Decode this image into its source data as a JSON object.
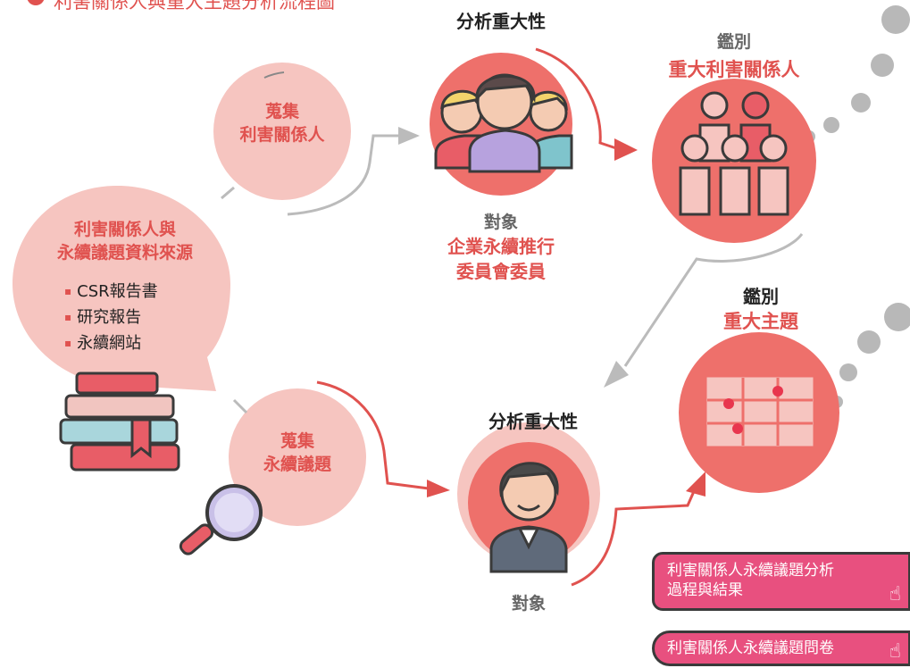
{
  "header": {
    "title": "利害關係人與重大主題分析流程圖"
  },
  "source": {
    "title_line1": "利害關係人與",
    "title_line2": "永續議題資料來源",
    "items": [
      "CSR報告書",
      "研究報告",
      "永續網站"
    ]
  },
  "collect_stakeholders": {
    "line1": "蒐集",
    "line2": "利害關係人"
  },
  "collect_issues": {
    "line1": "蒐集",
    "line2": "永續議題"
  },
  "top_analysis": {
    "heading": "分析重大性",
    "object_label": "對象",
    "object_line1": "企業永續推行",
    "object_line2": "委員會委員"
  },
  "bottom_analysis": {
    "heading": "分析重大性",
    "object_label": "對象"
  },
  "identify_stakeholders": {
    "label": "鑑別",
    "value": "重大利害關係人"
  },
  "identify_topics": {
    "label": "鑑別",
    "value": "重大主題"
  },
  "buttons": {
    "result_line1": "利害關係人永續議題分析",
    "result_line2": "過程與結果",
    "questionnaire": "利害關係人永續議題問卷"
  },
  "colors": {
    "accent_red": "#e0524f",
    "circle_pink": "#f6c5c0",
    "circle_red": "#ee706b",
    "button_pink": "#e8507f"
  }
}
